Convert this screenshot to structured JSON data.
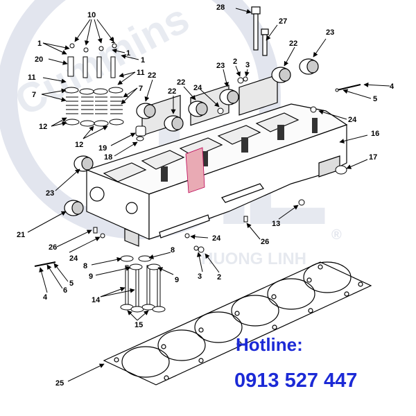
{
  "watermark": {
    "brand": "Cummins",
    "logo_letters": "HL",
    "sub": "HUONG LINH",
    "reg": "®"
  },
  "hotline": {
    "label": "Hotline:",
    "number": "0913 527 447",
    "color": "#1c2ad6"
  },
  "callouts": {
    "c1": "1",
    "c1b": "1",
    "c1c": "1",
    "c1d": "1",
    "c2": "2",
    "c2b": "2",
    "c3": "3",
    "c3b": "3",
    "c4": "4",
    "c4b": "4",
    "c5": "5",
    "c5b": "5",
    "c6": "6",
    "c7": "7",
    "c7b": "7",
    "c8": "8",
    "c8b": "8",
    "c9": "9",
    "c9b": "9",
    "c10": "10",
    "c11": "11",
    "c11b": "11",
    "c12": "12",
    "c12b": "12",
    "c13": "13",
    "c14": "14",
    "c15": "15",
    "c16": "16",
    "c17": "17",
    "c18": "18",
    "c19": "19",
    "c20": "20",
    "c21": "21",
    "c22a": "22",
    "c22b": "22",
    "c22c": "22",
    "c22d": "22",
    "c23a": "23",
    "c23b": "23",
    "c23c": "23",
    "c24a": "24",
    "c24b": "24",
    "c24c": "24",
    "c24d": "24",
    "c24e": "24",
    "c25": "25",
    "c26a": "26",
    "c26b": "26",
    "c27": "27",
    "c28": "28"
  }
}
